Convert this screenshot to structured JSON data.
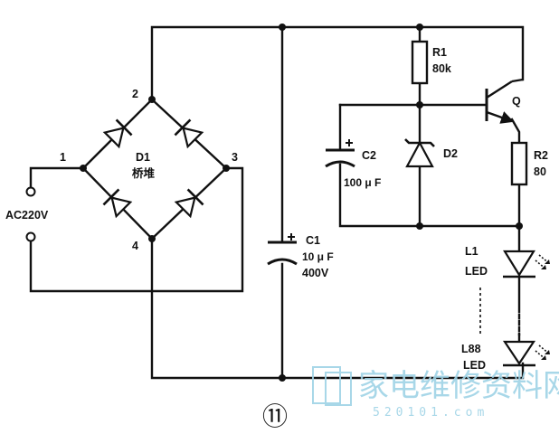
{
  "source": {
    "label": "AC220V"
  },
  "bridge": {
    "name": "D1",
    "name_cn": "桥堆",
    "pins": [
      "1",
      "2",
      "3",
      "4"
    ]
  },
  "components": {
    "c1": {
      "name": "C1",
      "value": "10 μ F",
      "voltage": "400V"
    },
    "c2": {
      "name": "C2",
      "value": "100 μ F"
    },
    "r1": {
      "name": "R1",
      "value": "80k"
    },
    "r2": {
      "name": "R2",
      "value": "80"
    },
    "d2": {
      "name": "D2"
    },
    "q": {
      "name": "Q"
    },
    "l1": {
      "name": "L1",
      "type": "LED"
    },
    "l88": {
      "name": "L88",
      "type": "LED"
    }
  },
  "figure_number": "⑪",
  "watermark": {
    "text": "家电维修资料网",
    "url": "520101.com"
  }
}
